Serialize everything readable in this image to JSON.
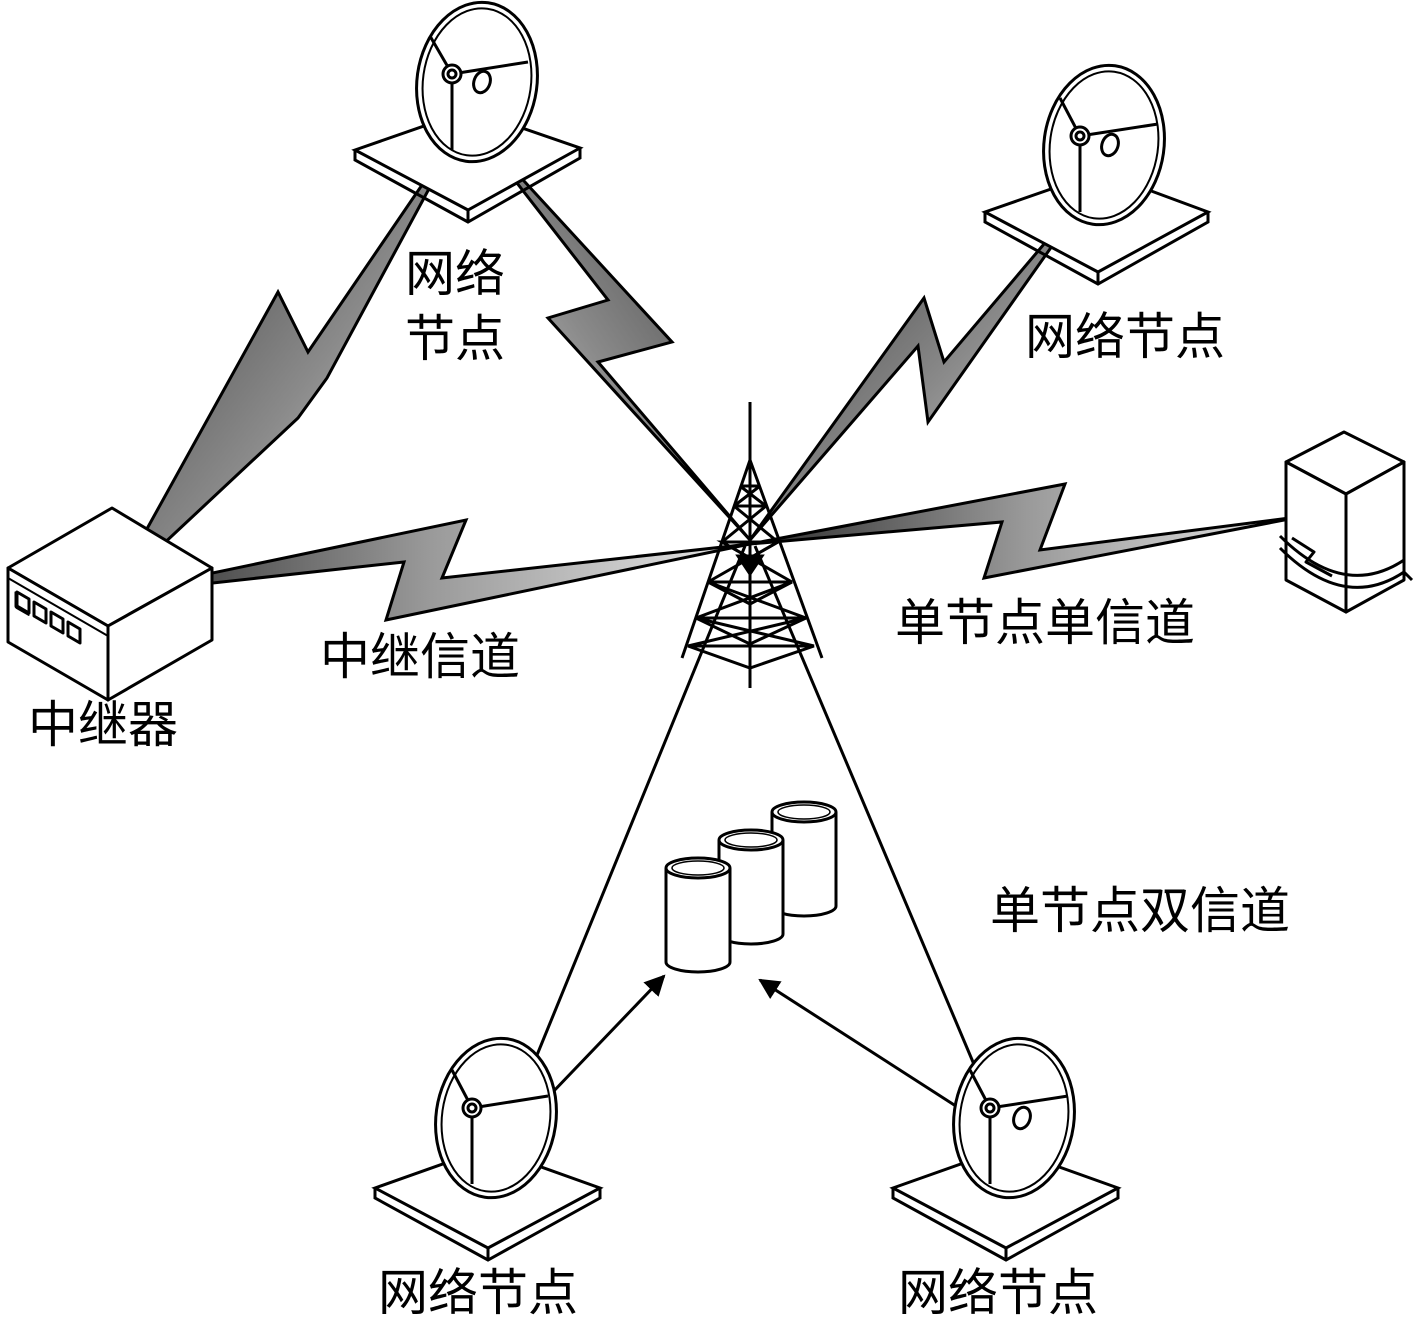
{
  "labels": {
    "node_top_line1": "网络",
    "node_top_line2": "节点",
    "node_top_right": "网络节点",
    "repeater": "中继器",
    "relay_channel": "中继信道",
    "single_node_single_channel": "单节点单信道",
    "single_node_dual_channel": "单节点双信道",
    "node_bottom_left": "网络节点",
    "node_bottom_right": "网络节点"
  },
  "colors": {
    "stroke": "#000000",
    "bolt_dark": "#3c3c3c",
    "bolt_light": "#e6e6e6",
    "background": "#ffffff"
  },
  "icons": {
    "tower": "radio-tower-icon",
    "node": "satellite-dish-icon",
    "repeater": "repeater-device-icon",
    "server": "server-rack-icon",
    "database": "database-cylinder-icon"
  }
}
